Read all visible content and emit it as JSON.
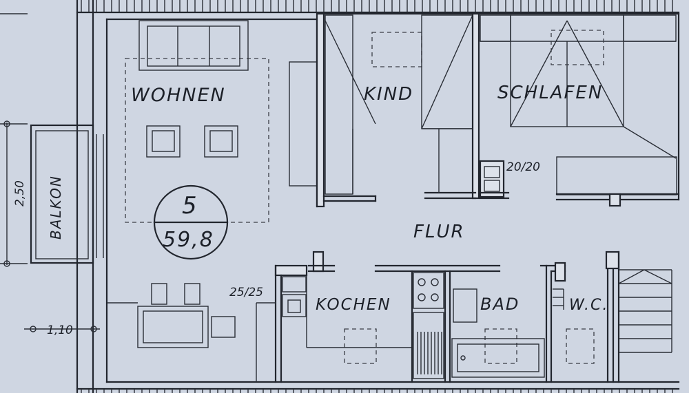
{
  "rooms": {
    "wohnen": "WOHNEN",
    "kind": "KIND",
    "schlafen": "SCHLAFEN",
    "flur": "FLUR",
    "kochen": "KOCHEN",
    "bad": "BAD",
    "wc": "W.C.",
    "balkon": "BALKON"
  },
  "unit": {
    "number": "5",
    "area": "59,8"
  },
  "dimensions": {
    "balkon_height": "2,50",
    "balkon_width": "1,10",
    "shaft_schlafen": "20/20",
    "shaft_kochen": "25/25"
  },
  "colors": {
    "paper": "#cfd6e2",
    "ink": "#22262e"
  }
}
